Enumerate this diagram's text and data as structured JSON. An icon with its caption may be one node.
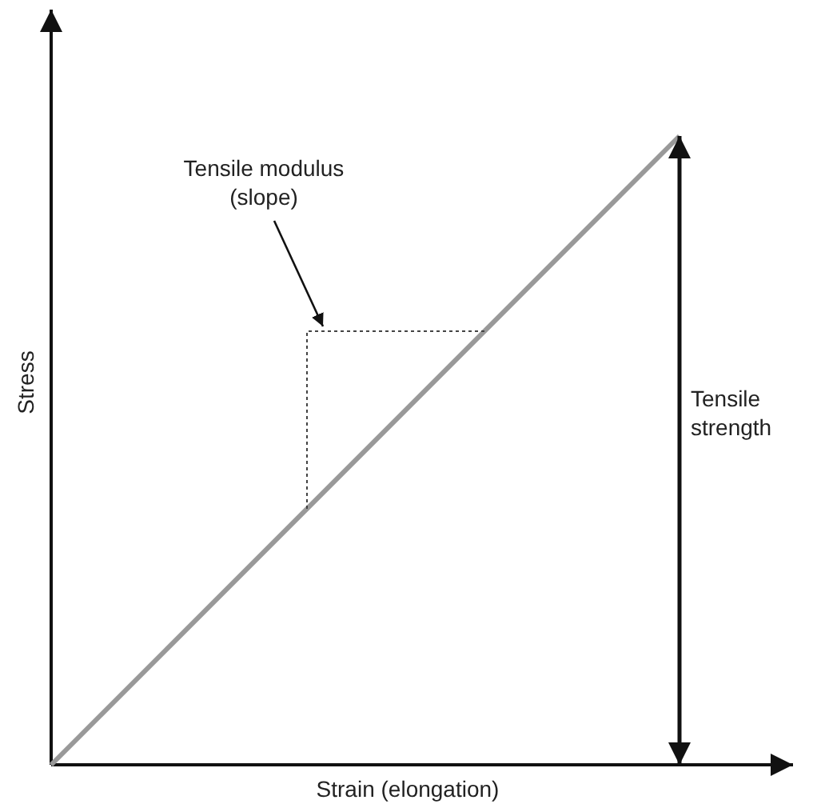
{
  "diagram": {
    "nodes": [
      {
        "text": [
          "Tensile modulus (slope)"
        ]
      },
      {
        "text": [],
        "shape": "triangle"
      }
    ],
    "edges": [
      {
        "from": 0,
        "to": 1,
        "arrow": "to"
      }
    ],
    "labels": [
      "Stress",
      "Tensile strength",
      "Strain (elongation)"
    ]
  }
}
